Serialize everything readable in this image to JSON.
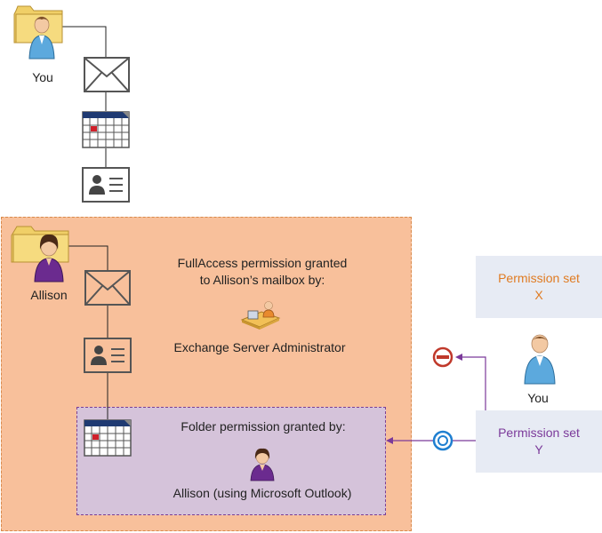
{
  "you_top_label": "You",
  "allison_label": "Allison",
  "fullaccess": {
    "line1": "FullAccess permission granted",
    "line2": "to Allison’s mailbox by:",
    "admin_label": "Exchange Server Administrator"
  },
  "folder_permission": {
    "title": "Folder permission granted by:",
    "by_label": "Allison (using Microsoft Outlook)"
  },
  "permission_set_x": {
    "line1": "Permission set",
    "line2": "X"
  },
  "permission_set_y": {
    "line1": "Permission set",
    "line2": "Y"
  },
  "you_right_label": "You",
  "colors": {
    "allison_box_fill": "#f8c09b",
    "folder_box_fill": "#d5c3da",
    "permission_box_fill": "#e7ebf4",
    "permission_x_text": "#e07b22",
    "permission_y_text": "#7b3a9a",
    "arrow": "#7b3a9a",
    "deny_icon": "#c0392b",
    "allow_icon": "#1f7fd0"
  },
  "icons": [
    "folder-user-icon",
    "mail-icon",
    "calendar-icon",
    "contact-card-icon",
    "admin-workstation-icon",
    "user-icon",
    "deny-icon",
    "allow-icon"
  ]
}
